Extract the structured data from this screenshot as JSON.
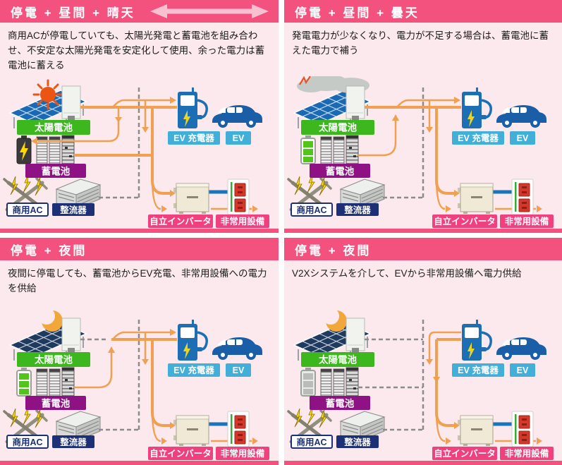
{
  "panels": [
    {
      "name": "outage-day-sunny",
      "title": "停電 + 昼間 + 晴天",
      "description": "商用ACが停電していても、太陽光発電と蓄電池を組み合わせ、不安定な太陽光発電を安定化して使用、余った電力は蓄電池に蓄える",
      "header_arrow": true,
      "sky": "sun",
      "battery_state": "charging",
      "solar_flow": "active",
      "battery_flow": "charge",
      "ev_direction": "to-ev"
    },
    {
      "name": "outage-day-cloudy",
      "title": "停電 + 昼間 + 曇天",
      "description": "発電電力が少なくなり、電力が不足する場合は、蓄電池に蓄えた電力で補う",
      "header_arrow": false,
      "sky": "cloud",
      "battery_state": "full",
      "solar_flow": "active",
      "battery_flow": "discharge",
      "ev_direction": "to-ev"
    },
    {
      "name": "outage-night",
      "title": "停電 + 夜間",
      "description": "夜間に停電しても、蓄電池からEV充電、非常用設備への電力を供給",
      "header_arrow": false,
      "sky": "moon",
      "battery_state": "full",
      "solar_flow": "inactive",
      "battery_flow": "discharge",
      "ev_direction": "to-ev"
    },
    {
      "name": "outage-night-v2x",
      "title": "停電 + 夜間",
      "description": "V2Xシステムを介して、EVから非常用設備へ電力供給",
      "header_arrow": false,
      "sky": "moon",
      "battery_state": "empty",
      "solar_flow": "inactive",
      "battery_flow": "inactive",
      "ev_direction": "from-ev"
    }
  ],
  "labels": {
    "solar": "太陽電池",
    "battery": "蓄電池",
    "grid": "商用AC",
    "rectifier": "整流器",
    "ev_charger": "EV 充電器",
    "ev": "EV",
    "inverter": "自立インバータ",
    "emergency": "非常用設備"
  },
  "colors": {
    "header_bg": "#F4527E",
    "panel_bg": "#FBE9ED",
    "flow_orange": "#F0A050",
    "dash_gray": "#8C8C8C",
    "blue_link": "#1A74BC",
    "label_green": "#3CB81E",
    "label_purple": "#8E1283",
    "label_navy": "#1D2F76",
    "label_lightblue": "#41AFD7",
    "label_pink": "#F0407D",
    "ev_blue": "#1A5EA8",
    "charger_blue": "#1C6FB5"
  }
}
